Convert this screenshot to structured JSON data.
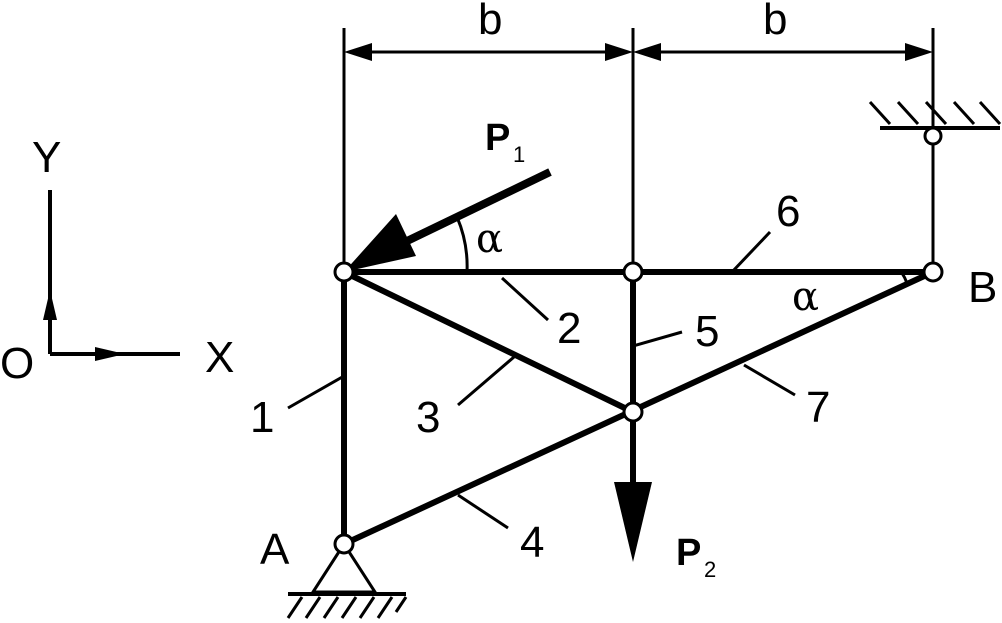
{
  "dimensions": {
    "left": "b",
    "right": "b"
  },
  "axes": {
    "y": "Y",
    "x": "X",
    "origin": "O"
  },
  "points": {
    "a": "A",
    "b": "B"
  },
  "forces": {
    "p1": {
      "main": "P",
      "sub": "1"
    },
    "p2": {
      "main": "P",
      "sub": "2"
    }
  },
  "angles": {
    "top": "α",
    "right": "α"
  },
  "members": {
    "m1": "1",
    "m2": "2",
    "m3": "3",
    "m4": "4",
    "m5": "5",
    "m6": "6",
    "m7": "7"
  }
}
